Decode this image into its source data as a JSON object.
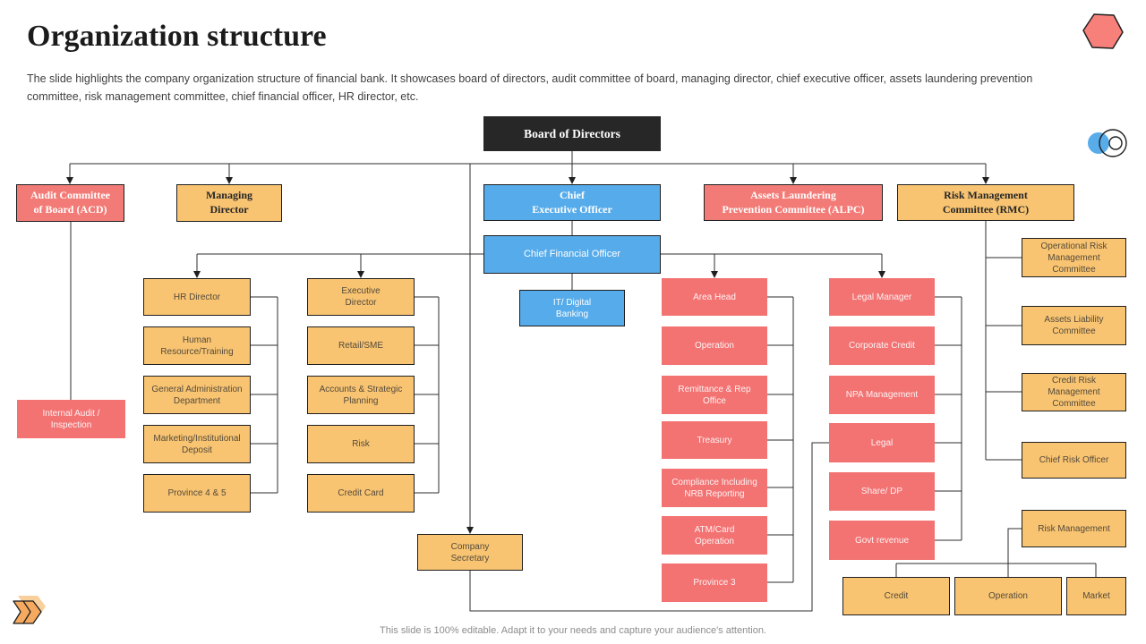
{
  "slide": {
    "title": "Organization structure",
    "description": "The slide highlights the company organization structure of financial bank. It showcases board of directors, audit committee of board, managing director, chief executive officer, assets laundering prevention committee, risk management committee, chief financial officer, HR director, etc.",
    "footer": "This slide is 100% editable. Adapt it to your needs and capture your audience's attention."
  },
  "colors": {
    "dark_box": "#272727",
    "red": "#F37272",
    "orange": "#F8C472",
    "blue": "#56ABEA",
    "line": "#2e2e2e",
    "hexagon": "#F8807A"
  },
  "icons": {
    "hexagon": "red hexagon badge, top-right",
    "toggle_circles": "blue disc overlapped by outlined circles",
    "double_arrow": "orange double chevron arrows, bottom-left"
  },
  "nodes": {
    "board": "Board of Directors",
    "acd": "Audit Committee\nof Board (ACD)",
    "managing": "Managing\nDirector",
    "ceo": "Chief\nExecutive Officer",
    "alpc": "Assets Laundering\nPrevention Committee (ALPC)",
    "rmc": "Risk Management\nCommittee (RMC)",
    "cfo": "Chief Financial Officer",
    "it_digital": "IT/ Digital\nBanking",
    "hr_director": "HR Director",
    "hr_training": "Human\nResource/Training",
    "general_admin": "General Administration\nDepartment",
    "marketing_deposit": "Marketing/Institutional\nDeposit",
    "province45": "Province 4 & 5",
    "internal_audit": "Internal Audit /\nInspection",
    "exec_director": "Executive\nDirector",
    "retail_sme": "Retail/SME",
    "accounts_planning": "Accounts & Strategic\nPlanning",
    "risk": "Risk",
    "credit_card": "Credit Card",
    "company_secretary": "Company\nSecretary",
    "area_head": "Area Head",
    "operation": "Operation",
    "remittance": "Remittance & Rep\nOffice",
    "treasury": "Treasury",
    "compliance": "Compliance Including\nNRB Reporting",
    "atm_card": "ATM/Card\nOperation",
    "province3": "Province 3",
    "legal_manager": "Legal Manager",
    "corporate_credit": "Corporate Credit",
    "npa": "NPA Management",
    "legal": "Legal",
    "share_dp": "Share/ DP",
    "govt_revenue": "Govt revenue",
    "op_risk_committee": "Operational Risk\nManagement\nCommittee",
    "assets_liability": "Assets Liability\nCommittee",
    "credit_risk_committee": "Credit Risk Management\nCommittee",
    "chief_risk_officer": "Chief Risk Officer",
    "risk_management": "Risk Management",
    "credit": "Credit",
    "operation_bottom": "Operation",
    "market": "Market"
  },
  "edges": [
    "board > acd",
    "board > managing",
    "board > ceo",
    "board > alpc",
    "board > rmc",
    "board > company_secretary",
    "acd > internal_audit",
    "ceo > cfo",
    "cfo > it_digital",
    "cfo > hr_director",
    "cfo > exec_director",
    "cfo > area_head",
    "cfo > legal_manager",
    "hr_director > hr_training > general_admin > marketing_deposit > province45",
    "exec_director > retail_sme > accounts_planning > risk > credit_card",
    "area_head > operation > remittance > treasury > compliance > atm_card > province3",
    "legal_manager > corporate_credit > npa > legal > share_dp > govt_revenue",
    "legal > company_secretary",
    "rmc > op_risk_committee",
    "rmc > assets_liability",
    "rmc > credit_risk_committee",
    "rmc > chief_risk_officer",
    "risk_management > credit",
    "risk_management > operation_bottom",
    "risk_management > market"
  ]
}
